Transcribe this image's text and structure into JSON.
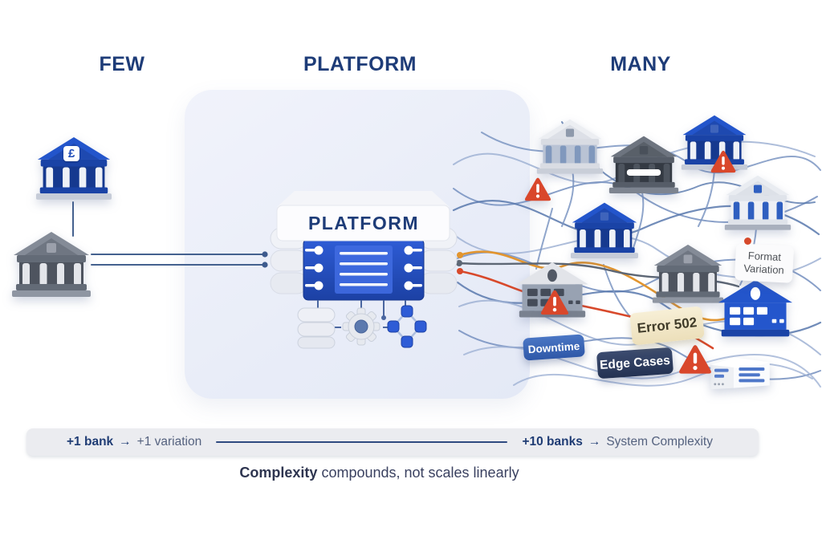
{
  "titles": {
    "few": "FEW",
    "platform": "PLATFORM",
    "many": "MANY"
  },
  "platform_box": {
    "label": "PLATFORM"
  },
  "left_bank": {
    "symbol": "£"
  },
  "badges": {
    "downtime": "Downtime",
    "edge_cases": "Edge Cases",
    "error_502": "Error 502",
    "format_variation_line1": "Format",
    "format_variation_line2": "Variation"
  },
  "legend_bar": {
    "left_term": "+1 bank",
    "left_arrow": "→",
    "left_result": "+1 variation",
    "right_term": "+10 banks",
    "right_arrow": "→",
    "right_result": "System Complexity"
  },
  "caption": {
    "bold": "Complexity",
    "rest": " compounds, not scales linearly"
  },
  "colors": {
    "navy_text": "#1e3c78",
    "accent_blue": "#2355cb",
    "warning_red": "#d9472b",
    "line_orange": "#e2952f",
    "line_red": "#d8492b",
    "line_gray": "#5d6775",
    "mesh_blue": "#7b95c2"
  }
}
